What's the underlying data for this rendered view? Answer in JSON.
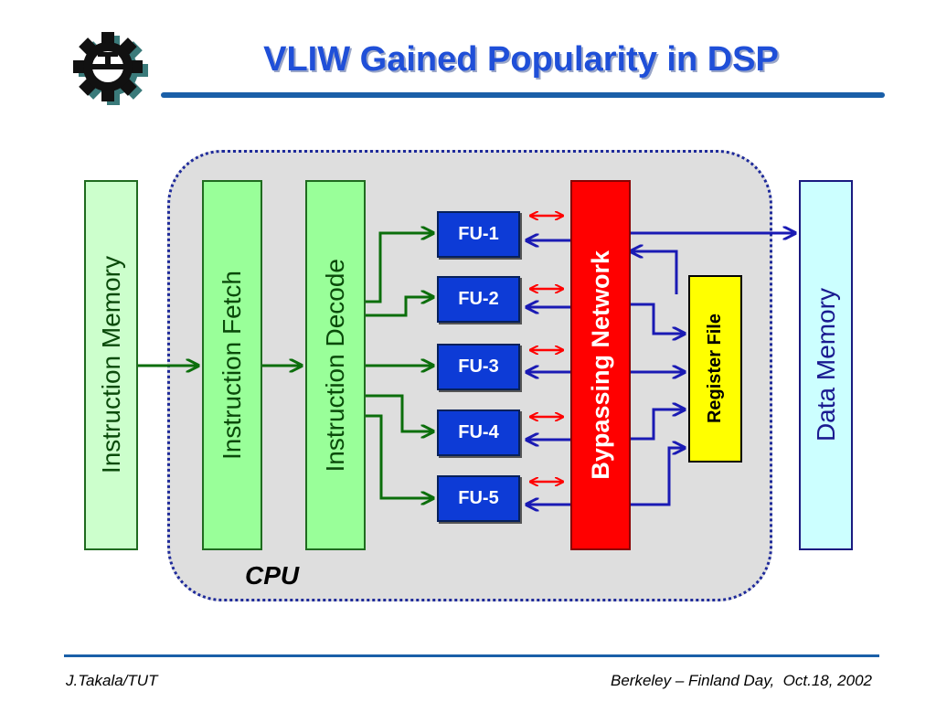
{
  "slide": {
    "title": "VLIW Gained Popularity in DSP",
    "logo_icon": "gear-logo-icon"
  },
  "diagram": {
    "instruction_memory": "Instruction Memory",
    "instruction_fetch": "Instruction Fetch",
    "instruction_decode": "Instruction Decode",
    "functional_units": [
      "FU-1",
      "FU-2",
      "FU-3",
      "FU-4",
      "FU-5"
    ],
    "bypassing_network": "Bypassing Network",
    "register_file": "Register File",
    "data_memory": "Data Memory",
    "cpu_label": "CPU"
  },
  "footer": {
    "left": "J.Takala/TUT",
    "right": "Berkeley – Finland Day,  Oct.18, 2002"
  },
  "colors": {
    "title": "#1f4fd8",
    "green_wire": "#0b6e0b",
    "blue_wire": "#1a1ab4",
    "red_arrow": "#ff0000",
    "fu_fill": "#0d3bd6",
    "bypass_fill": "#ff0000",
    "register_fill": "#ffff00"
  }
}
